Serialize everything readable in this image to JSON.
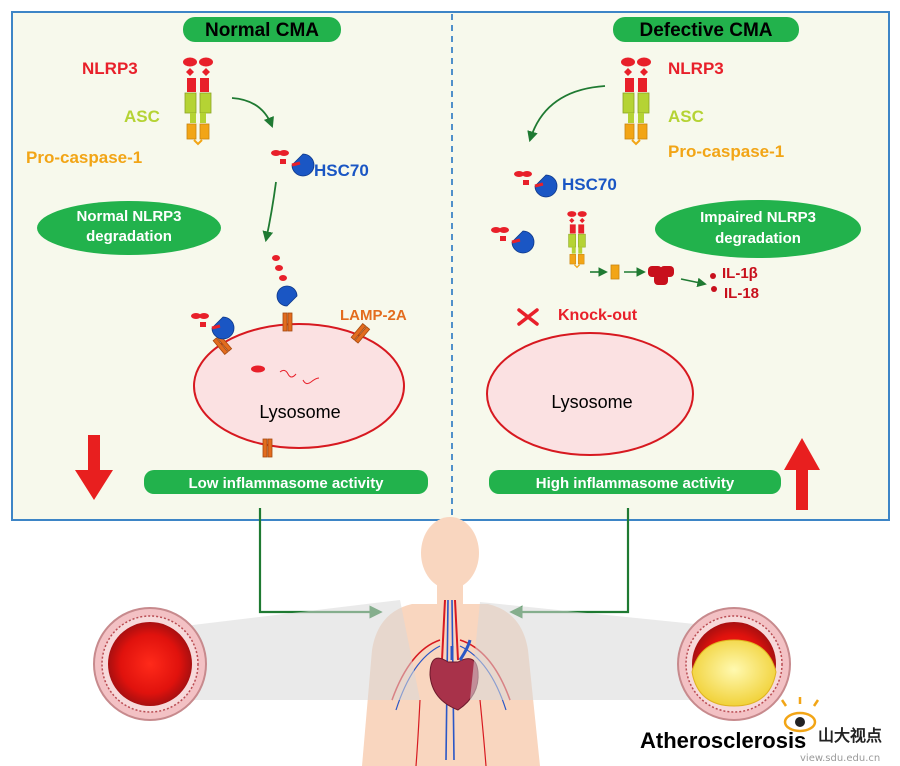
{
  "panels": {
    "left": {
      "title": "Normal CMA",
      "nlrp3": "NLRP3",
      "asc": "ASC",
      "procaspase": "Pro-caspase-1",
      "hsc70": "HSC70",
      "degradation_line1": "Normal NLRP3",
      "degradation_line2": "degradation",
      "lamp2a": "LAMP-2A",
      "lysosome": "Lysosome",
      "activity": "Low inflammasome activity"
    },
    "right": {
      "title": "Defective CMA",
      "nlrp3": "NLRP3",
      "asc": "ASC",
      "procaspase": "Pro-caspase-1",
      "hsc70": "HSC70",
      "degradation_line1": "Impaired NLRP3",
      "degradation_line2": "degradation",
      "il1b": "IL-1β",
      "il18": "IL-18",
      "knockout": "Knock-out",
      "lysosome": "Lysosome",
      "activity": "High inflammasome activity"
    }
  },
  "bottom_label": "Atherosclerosis",
  "watermark": {
    "chinese": "山大视点",
    "url": "view.sdu.edu.cn"
  },
  "colors": {
    "green_pill": "#22b24c",
    "nlrp3_red": "#e8202a",
    "asc_yellowgreen": "#b5d334",
    "procaspase_orange": "#f2a516",
    "hsc70_blue": "#1a56c4",
    "arrow_green": "#1f7a32",
    "lysosome_fill": "#fbe1e2",
    "lysosome_stroke": "#d71920",
    "panel_border": "#3d85c6",
    "panel_bg": "#f7f9ec"
  }
}
